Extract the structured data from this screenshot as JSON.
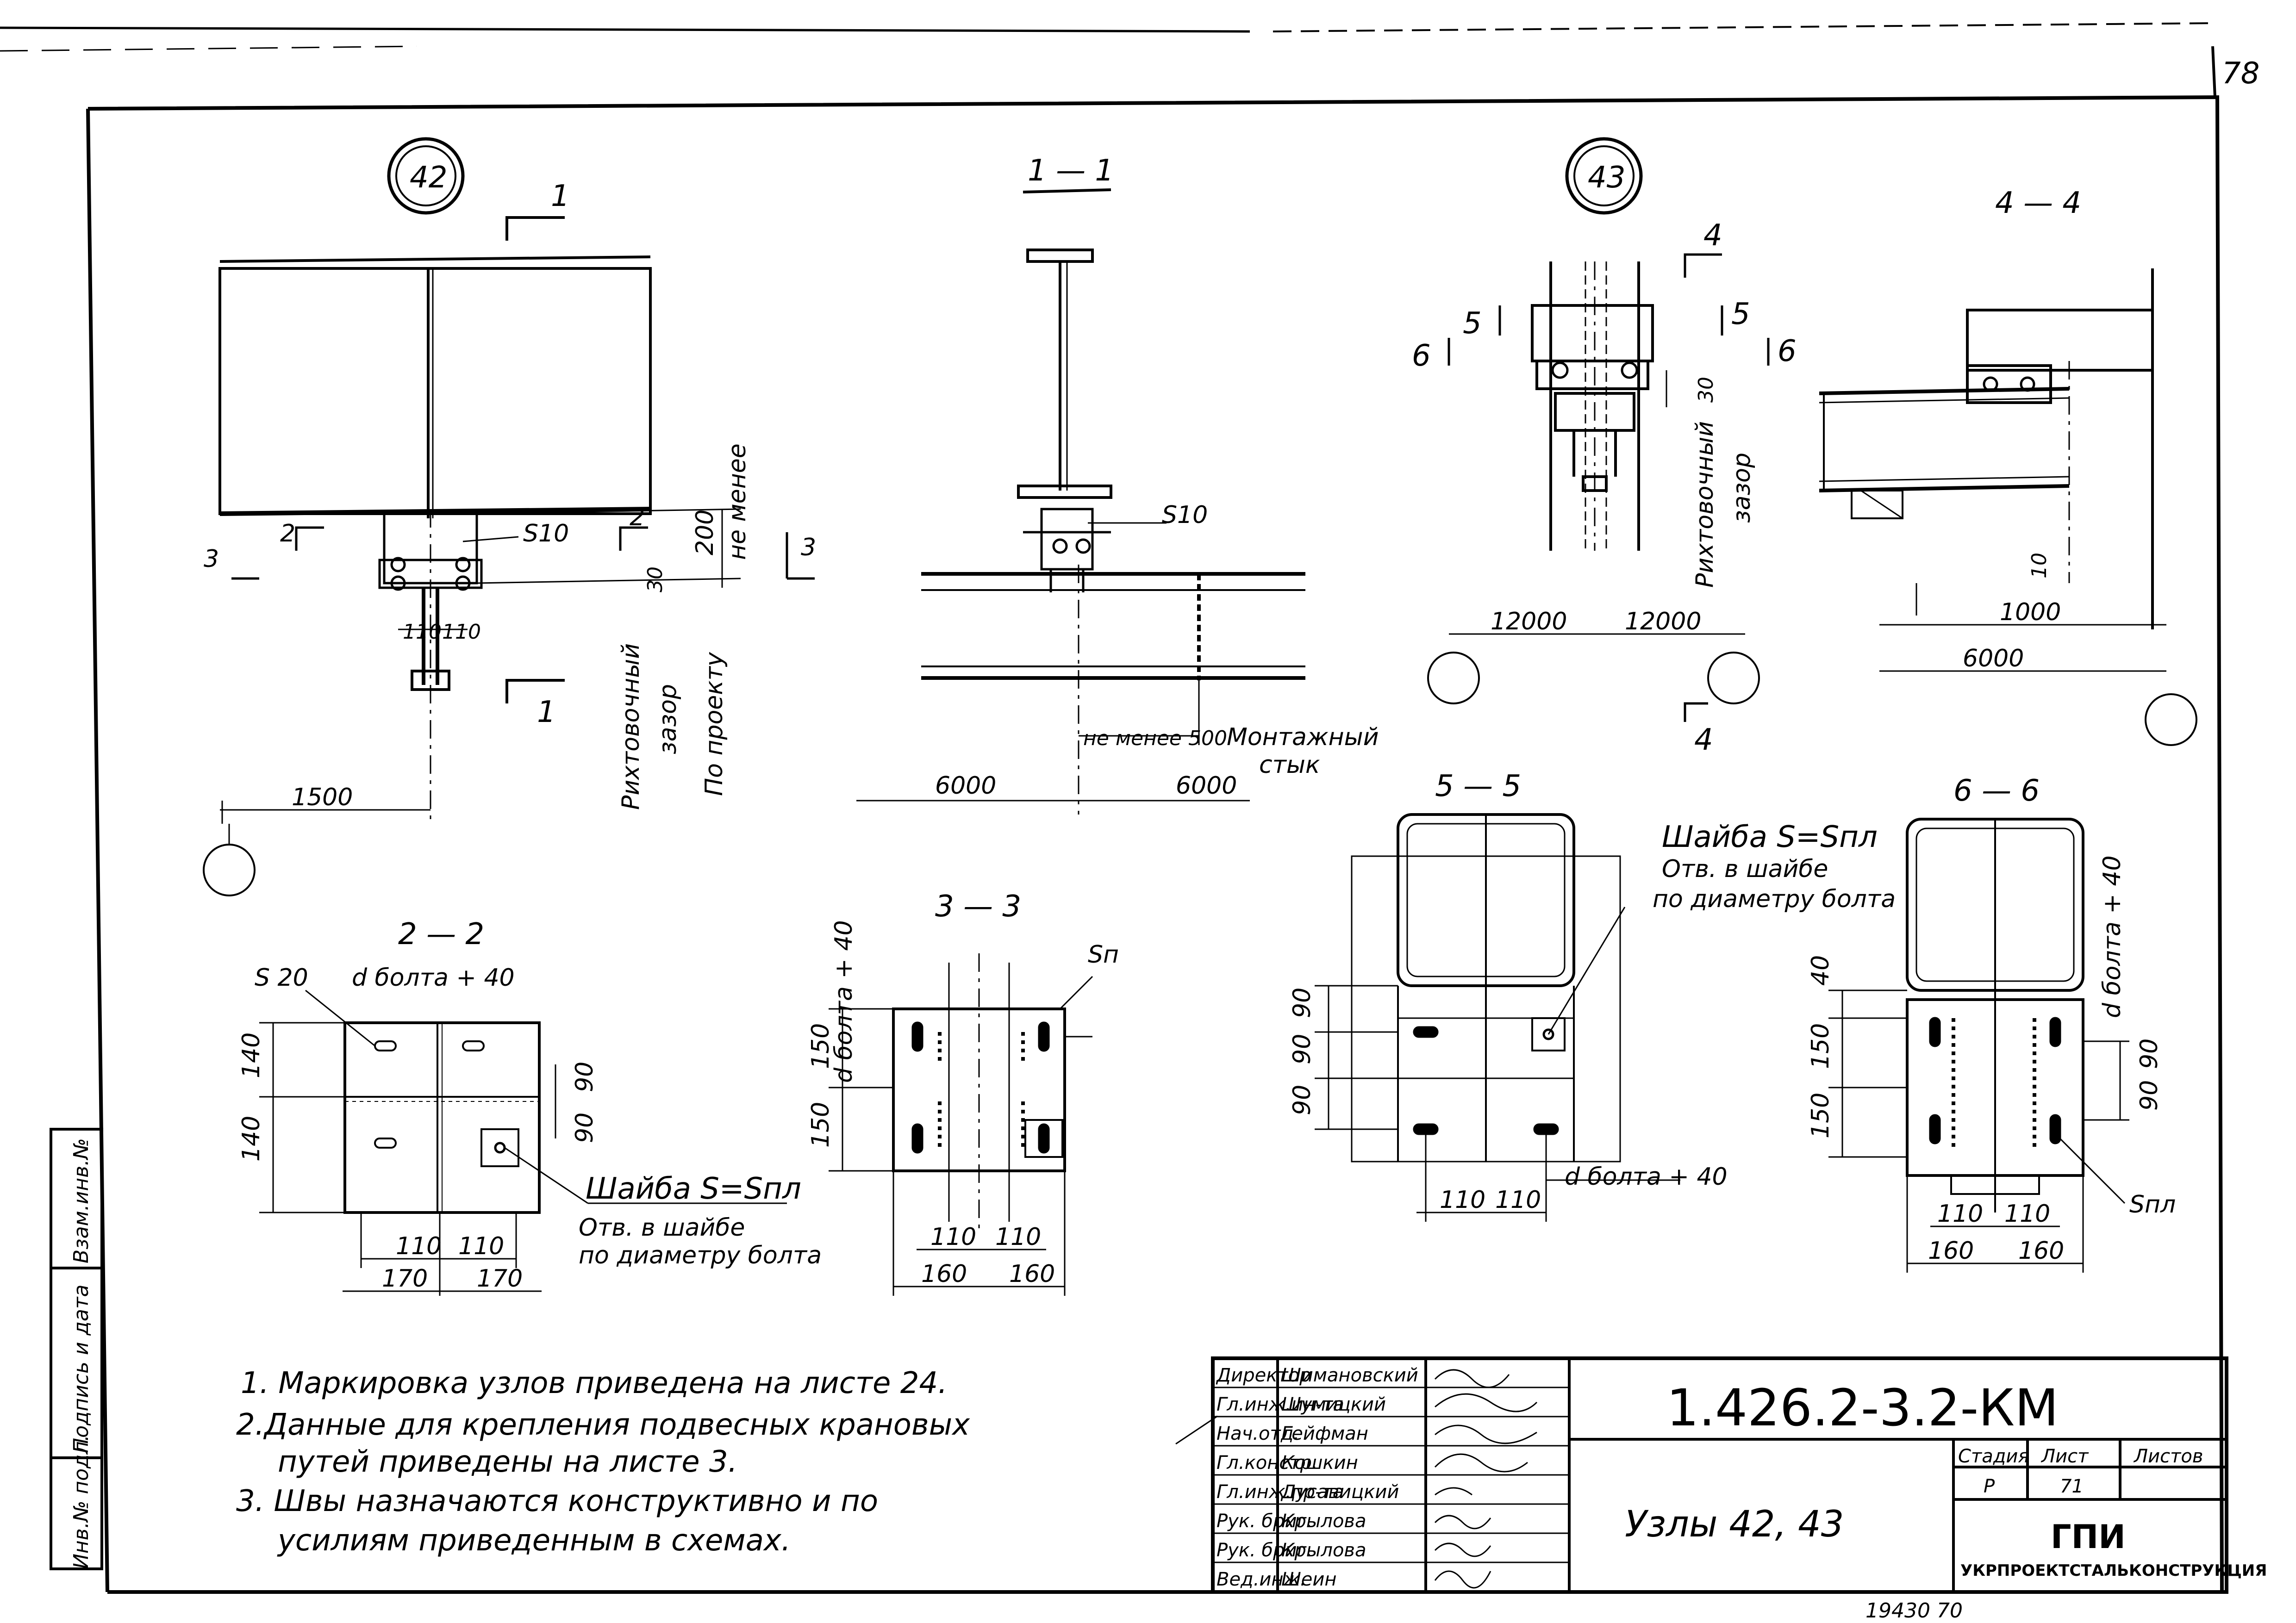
{
  "sheet_number": "78",
  "doc_code": "1.426.2-3.2-КМ",
  "sheet_title": "Узлы 42, 43",
  "stamp_bottom": "19430 70",
  "side_stamp": [
    "Инв.№ подл.",
    "Подпись и дата",
    "Взам.инв.№"
  ],
  "views": {
    "node42": {
      "marker": "42",
      "cut_label": "1",
      "cut_label_2": "2",
      "cut_label_3": "3",
      "weld": "S10",
      "gap_label_1": "Рихтовочный",
      "gap_label_2": "зазор",
      "gap_label_3": "По проекту",
      "dim_200": "200",
      "dim_note": "не менее",
      "dim_30": "30",
      "dim_110a": "110",
      "dim_110b": "110",
      "dim_1500": "1500"
    },
    "section11": {
      "title": "1 — 1",
      "weld": "S10",
      "dim_6000a": "6000",
      "dim_6000b": "6000",
      "min_note": "не менее 500",
      "joint_1": "Монтажный",
      "joint_2": "стык"
    },
    "node43": {
      "marker": "43",
      "cut4": "4",
      "cut5": "5",
      "cut6": "6",
      "dim_30": "30",
      "gap_1": "Рихтовочный",
      "gap_2": "зазор",
      "dim_12000a": "12000",
      "dim_12000b": "12000"
    },
    "section44": {
      "title": "4 — 4",
      "dim_10": "10",
      "dim_1000": "1000",
      "dim_6000": "6000"
    },
    "section22": {
      "title": "2 — 2",
      "thk": "S 20",
      "hole": "d болта + 40",
      "d140a": "140",
      "d140b": "140",
      "d90a": "90",
      "d90b": "90",
      "d110a": "110",
      "d110b": "110",
      "d170a": "170",
      "d170b": "170",
      "washer_1": "Шайба  S=Sпл",
      "washer_2": "Отв. в шайбе",
      "washer_3": "по диаметру болта"
    },
    "section33": {
      "title": "3 — 3",
      "hole": "d болта + 40",
      "plate": "Sп",
      "d150a": "150",
      "d150b": "150",
      "d110a": "110",
      "d110b": "110",
      "d160a": "160",
      "d160b": "160"
    },
    "section55": {
      "title": "5 — 5",
      "d90a": "90",
      "d90b": "90",
      "d90c": "90",
      "d110a": "110",
      "d110b": "110",
      "hole": "d болта + 40",
      "washer_1": "Шайба  S=Sпл",
      "washer_2": "Отв. в шайбе",
      "washer_3": "по диаметру болта"
    },
    "section66": {
      "title": "6 — 6",
      "hole": "d болта + 40",
      "d40": "40",
      "d150a": "150",
      "d150b": "150",
      "d90a": "90",
      "d90b": "90",
      "d110a": "110",
      "d110b": "110",
      "d160a": "160",
      "d160b": "160",
      "plate": "Sпл"
    }
  },
  "notes": [
    "1. Маркировка   узлов   приведена   на   листе  24.",
    "2.Данные   для   крепления   подвесных   крановых",
    "путей   приведены   на   листе  3.",
    "3. Швы   назначаются   конструктивно   и   по",
    "усилиям  приведенным  в  схемах."
  ],
  "title_block": {
    "roles": [
      "Директор",
      "Гл.инж.ин-та",
      "Нач.отд.",
      "Гл.констр.",
      "Гл.инж.пр-та",
      "Рук. бриг.",
      "Рук. бриг.",
      "Вед.инж."
    ],
    "names": [
      "Шимановский",
      "Шумицкий",
      "Гейфман",
      "Кошкин",
      "Дусавицкий",
      "Крылова",
      "Крылова",
      "Шеин"
    ],
    "stage_label": "Стадия",
    "sheet_label": "Лист",
    "sheets_label": "Листов",
    "stage_value": "Р",
    "sheet_value": "71",
    "org_short": "ГПИ",
    "org_full": "УКРПРОЕКТСТАЛЬКОНСТРУКЦИЯ"
  }
}
